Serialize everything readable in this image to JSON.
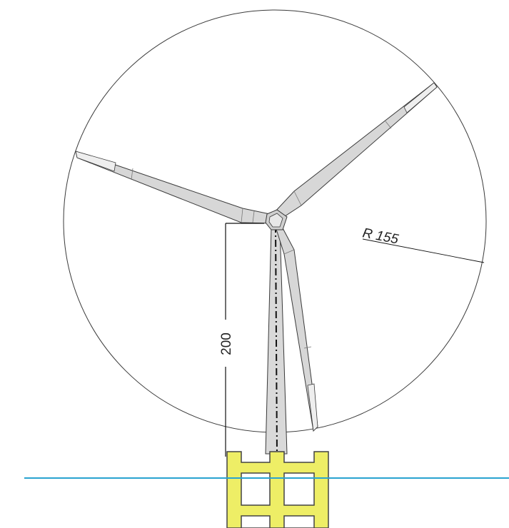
{
  "labels": {
    "radius": "R 155",
    "height": "200"
  },
  "colors": {
    "background": "#ffffff",
    "outline": "#3a3a3a",
    "blade_fill": "#d7d7d7",
    "blade_tip": "#eeeeee",
    "tower_fill": "#d9d9d9",
    "foundation_fill": "#eeee66",
    "foundation_stroke": "#444444",
    "waterline": "#29a3d0",
    "dimension": "#111111"
  },
  "icons": {
    "rotor_circle": "circle-outline",
    "hub": "hub-shape",
    "foundation": "lattice-foundation"
  }
}
